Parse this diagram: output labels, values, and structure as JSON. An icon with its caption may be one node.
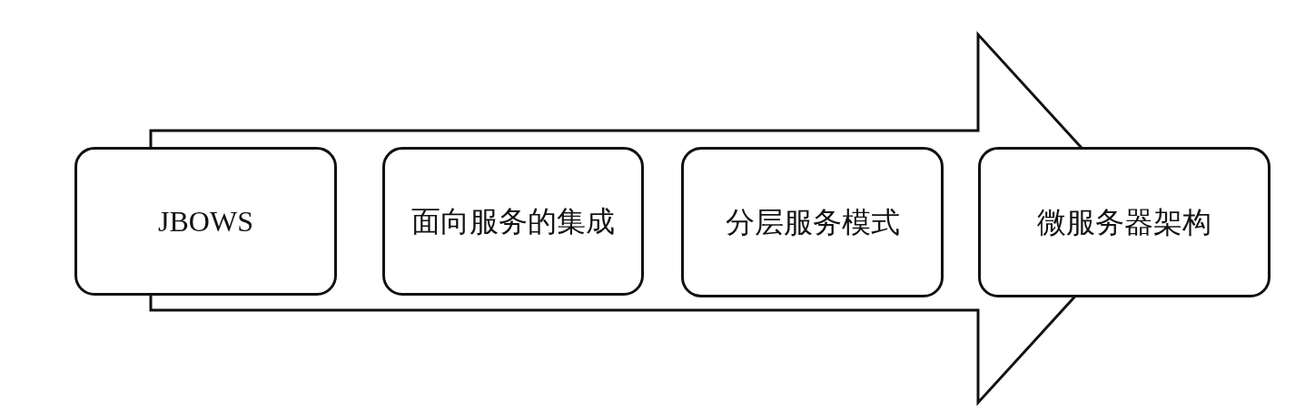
{
  "diagram": {
    "nodes": [
      {
        "text": [
          "JBOWS"
        ]
      },
      {
        "text": [
          "面向服务的集成"
        ]
      },
      {
        "text": [
          "分层服务模式"
        ]
      },
      {
        "text": [
          "微服务器架构"
        ]
      }
    ]
  }
}
